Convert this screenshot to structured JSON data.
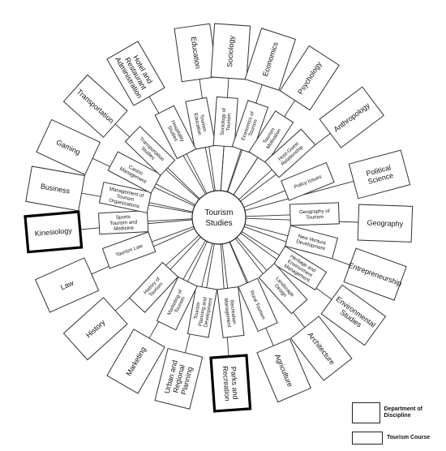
{
  "center": {
    "line1": "Tourism",
    "line2": "Studies"
  },
  "disciplines": [
    {
      "label": "Education",
      "angle": -98
    },
    {
      "label": "Sociology",
      "angle": -86
    },
    {
      "label": "Economics",
      "angle": -72
    },
    {
      "label": "Psychology",
      "angle": -57
    },
    {
      "label": "Anthropology",
      "angle": -37
    },
    {
      "label": "Political Science",
      "angle": -15
    },
    {
      "label": "Geography",
      "angle": 2
    },
    {
      "label": "Entrepreneurship",
      "angle": 20
    },
    {
      "label": "Environmental Studies",
      "angle": 36
    },
    {
      "label": "Architecture",
      "angle": 52
    },
    {
      "label": "Agriculture",
      "angle": 67
    },
    {
      "label": "Parks and Recreation",
      "angle": 86,
      "highlight": true
    },
    {
      "label": "Urban and Regional Planning",
      "angle": 104
    },
    {
      "label": "Marketing",
      "angle": 120
    },
    {
      "label": "History",
      "angle": 138
    },
    {
      "label": "Law",
      "angle": 156
    },
    {
      "label": "Kinesiology",
      "angle": 175,
      "highlight": true
    },
    {
      "label": "Business",
      "angle": 190
    },
    {
      "label": "Gaming",
      "angle": 205
    },
    {
      "label": "Transportation",
      "angle": 222
    },
    {
      "label": "Hotel and Restaurant Administration",
      "angle": 240
    }
  ],
  "courses": [
    {
      "label": "Tourism Education",
      "angle": -101
    },
    {
      "label": "Sociology of Tourism",
      "angle": -86
    },
    {
      "label": "Economics of Tourism",
      "angle": -71
    },
    {
      "label": "Tourism Motivation",
      "angle": -57
    },
    {
      "label": "Host-Guest Relationship",
      "angle": -42
    },
    {
      "label": "Policy Issues",
      "angle": -22
    },
    {
      "label": "Geography of Tourism",
      "angle": -2
    },
    {
      "label": "New Venture Development",
      "angle": 15
    },
    {
      "label": "Heritage and Environment Management",
      "angle": 32
    },
    {
      "label": "Landscape Design",
      "angle": 48
    },
    {
      "label": "Rural Tourism",
      "angle": 66
    },
    {
      "label": "Recreation Management",
      "angle": 83
    },
    {
      "label": "Tourism Planning and Development",
      "angle": 100
    },
    {
      "label": "Marketing of Tourism",
      "angle": 116
    },
    {
      "label": "History of Tourism",
      "angle": 133
    },
    {
      "label": "Tourism Law",
      "angle": 160
    },
    {
      "label": "Sports Tourism and Medicine",
      "angle": 177
    },
    {
      "label": "Management of Tourism Organizations",
      "angle": 192
    },
    {
      "label": "Casino Management",
      "angle": 208
    },
    {
      "label": "Transportation Studies",
      "angle": 224
    },
    {
      "label": "Hospitality Studies",
      "angle": 243
    }
  ],
  "legend": {
    "department_label": "Department of Discipline",
    "course_label": "Tourism Course"
  }
}
